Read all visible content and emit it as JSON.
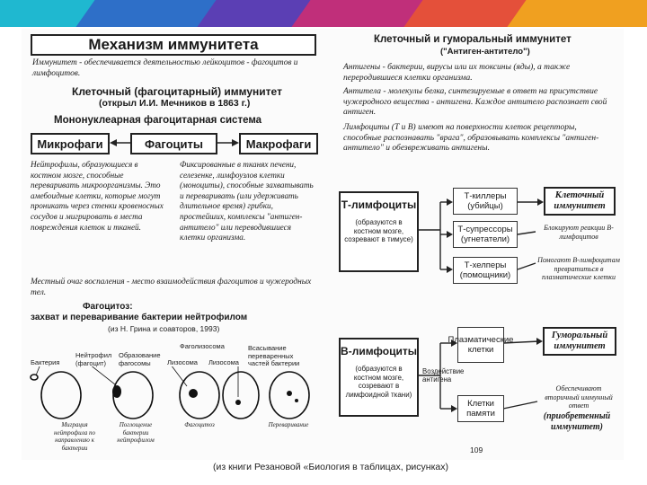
{
  "left": {
    "title": "Механизм иммунитета",
    "definition": "Иммунитет - обеспечивается деятельностью лейкоцитов - фагоцитов и лимфоцитов.",
    "cellular_title": "Клеточный (фагоцитарный) иммунитет",
    "cellular_subtitle": "(открыл И.И. Мечников в 1863 г.)",
    "system_title": "Мононуклеарная фагоцитарная система",
    "box_micro": "Микрофаги",
    "box_phago": "Фагоциты",
    "box_macro": "Макрофаги",
    "micro_text": "Нейтрофилы, образующиеся в костном мозге, способные переваривать микроорганизмы. Это амебоидные клетки, которые могут проникать через стенки кровеносных сосудов и мигрировать в места повреждения клеток и тканей.",
    "macro_text": "Фиксированные в тканях печени, селезенке, лимфоузлов клетки (моноциты), способные захватывать и переваривать (или удерживать длительное время) грибки, простейших, комплексы \"антиген-антитело\" или переводившиеся клетки организма.",
    "local_text": "Местный очаг воспаления - место взаимодействия фагоцитов и чужеродных тел.",
    "phago_title": "Фагоцитоз:",
    "phago_sub": "захват и переваривание бактерии нейтрофилом",
    "phago_src": "(из Н. Грина и соавторов, 1993)",
    "fig_labels": [
      "Бактерия",
      "Нейтрофил (фагоцит)",
      "Образование фагосомы",
      "Лизосома",
      "Фаголизосома",
      "Лизосома",
      "Всасывание переваренных частей бактерии"
    ],
    "fig_captions": [
      "Миграция нейтрофила по направлению к бактерии",
      "Поглощение бактерии нейтрофилом",
      "Фагоцитоз",
      "Переваривание"
    ]
  },
  "right": {
    "title": "Клеточный и гуморальный иммунитет",
    "subtitle": "(\"Антиген-антитело\")",
    "antigens": "Антигены - бактерии, вирусы или их токсины (яды), а также переродившиеся клетки организма.",
    "antibodies": "Антитела - молекулы белка, синтезируемые в ответ на присутствие чужеродного вещества - антигена. Каждое антитело распознает свой антиген.",
    "lymph": "Лимфоциты (Т и В) имеют на поверхности клеток рецепторы, способные распознавать \"врага\", образовывать комплексы \"антиген-антитело\" и обезвреживать антигены.",
    "t_title": "Т-лимфоциты",
    "t_sub": "(образуются в костном мозге, созревают в тимусе)",
    "t_killers": "Т-киллеры (убийцы)",
    "t_supp": "Т-супрессоры (угнетатели)",
    "t_helpers": "Т-хелперы (помощники)",
    "cell_imm": "Клеточный иммунитет",
    "block": "Блокируют реакции В-лимфоцитов",
    "help": "Помогают В-лимфоцитам превратиться в плазматические клетки",
    "b_title": "В-лимфоциты",
    "b_sub": "(образуются в костном мозге, созревают в лимфоидной ткани)",
    "antigen_action": "Воздействие антигена",
    "plasma": "Плазматические клетки",
    "memory": "Клетки памяти",
    "humoral": "Гуморальный иммунитет",
    "secondary": "Обеспечивают вторичный иммунный ответ",
    "acquired": "(приобретенный иммунитет)",
    "page_num": "109"
  },
  "caption": "(из книги Резановой «Биология в таблицах, рисунках)"
}
